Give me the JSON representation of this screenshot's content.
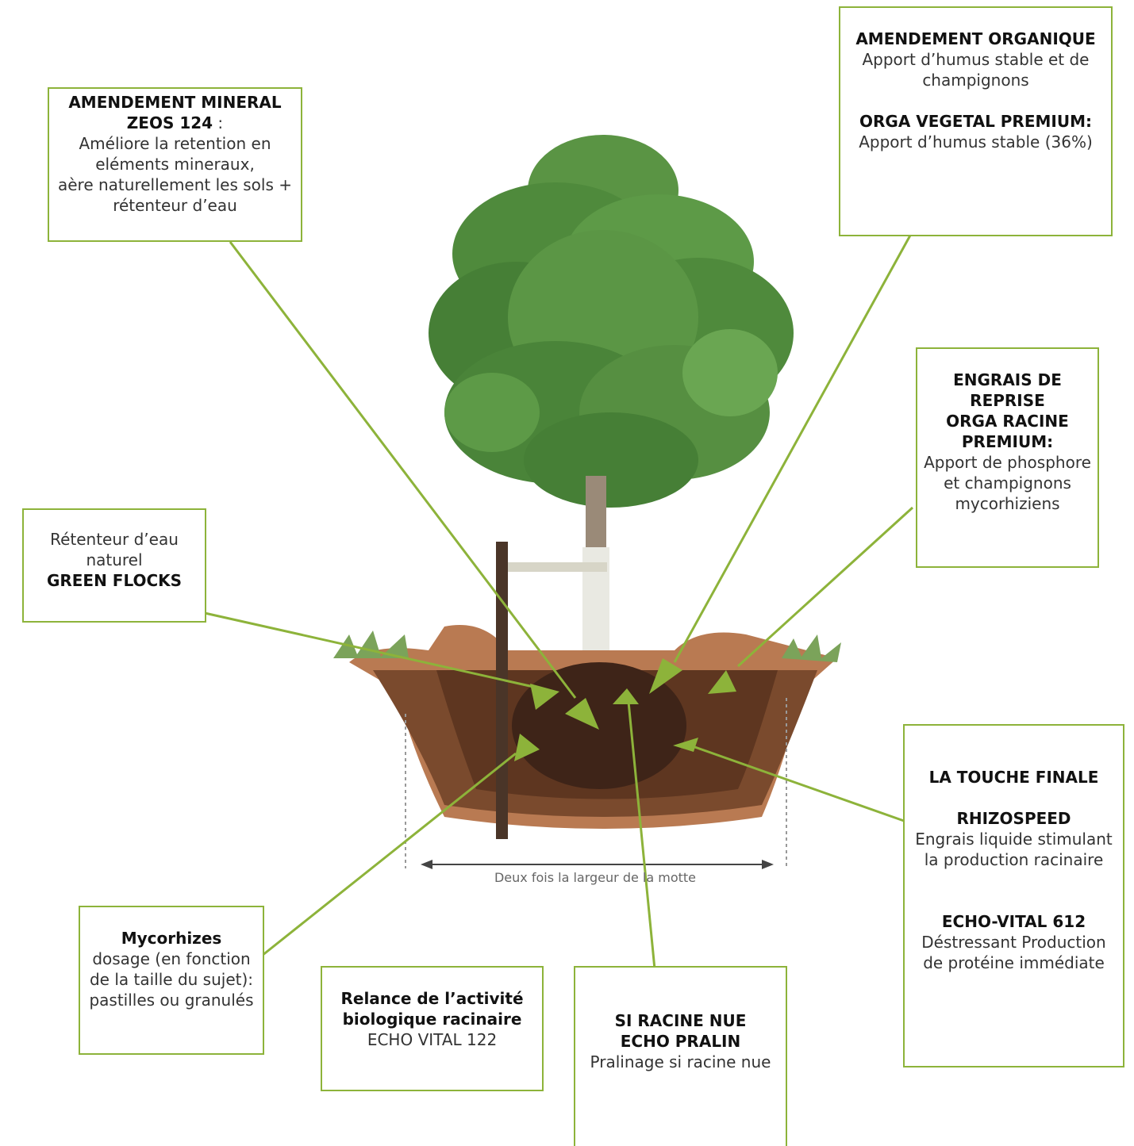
{
  "mineral": {
    "title": "AMENDEMENT MINERAL",
    "product": "ZEOS 124",
    "product_suffix": " :",
    "line1": "Améliore la retention en eléments mineraux,",
    "line2": "aère naturellement les sols + rétenteur d’eau"
  },
  "organic": {
    "title": "AMENDEMENT ORGANIQUE",
    "desc": "Apport d’humus stable et de champignons",
    "product": "ORGA VEGETAL PREMIUM:",
    "product_desc": "Apport d’humus stable (36%)"
  },
  "reprise": {
    "title": "ENGRAIS DE REPRISE",
    "product": "ORGA RACINE PREMIUM:",
    "desc": "Apport de phosphore et champignons mycorhiziens"
  },
  "green_flocks": {
    "desc": "Rétenteur d’eau naturel",
    "product": "GREEN FLOCKS"
  },
  "finale": {
    "title": "LA TOUCHE FINALE",
    "product1": "RHIZOSPEED",
    "desc1": "Engrais liquide stimulant la production racinaire",
    "product2": "ECHO-VITAL 612",
    "desc2": "Déstressant Production de protéine immédiate"
  },
  "mycorhizes": {
    "title": "Mycorhizes",
    "desc": "dosage (en fonction de la taille du sujet): pastilles ou granulés"
  },
  "relance": {
    "title": "Relance de l’activité biologique racinaire",
    "product": "ECHO VITAL 122"
  },
  "racine_nue": {
    "title": "SI RACINE NUE",
    "product": "ECHO PRALIN",
    "desc": "Pralinage si racine nue"
  },
  "measure_label": "Deux fois la largeur de la motte",
  "colors": {
    "accent": "#8db33a",
    "foliage": "#4f8a3c",
    "soil": "#6b3f26",
    "rim": "#b97a52"
  }
}
